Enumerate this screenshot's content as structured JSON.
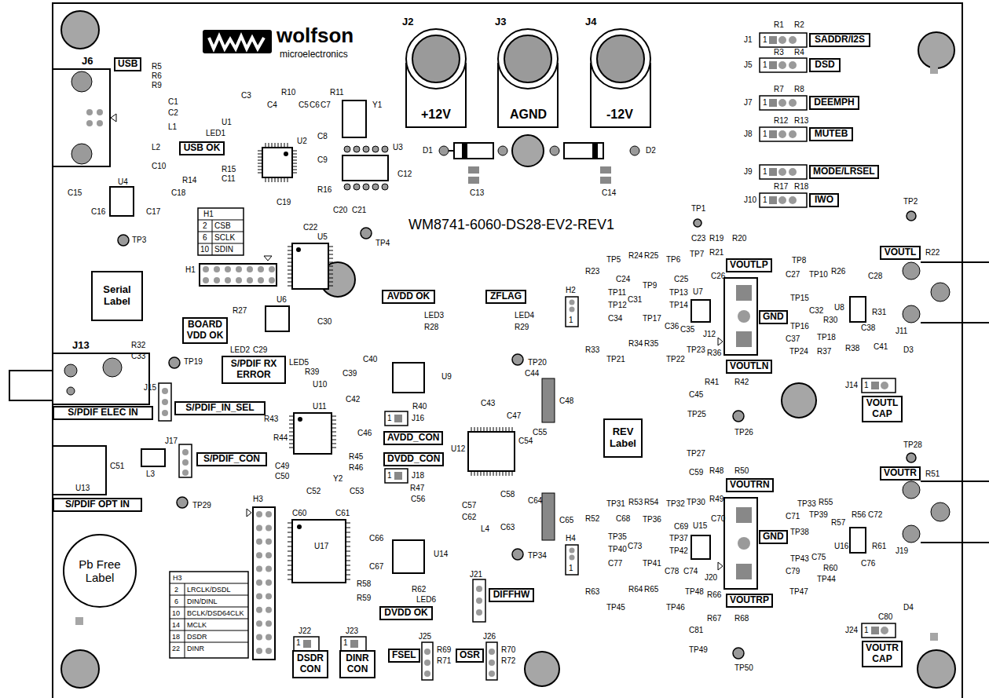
{
  "diagram": {
    "nodes": [
      {
        "text": [
          "USB"
        ]
      },
      {
        "text": [
          "USB OK"
        ]
      },
      {
        "text": [
          "SADDR/I2S"
        ]
      },
      {
        "text": [
          "DSD"
        ]
      },
      {
        "text": [
          "DEEMPH"
        ]
      },
      {
        "text": [
          "MUTEB"
        ]
      },
      {
        "text": [
          "MODE/LRSEL"
        ]
      },
      {
        "text": [
          "IWO"
        ]
      },
      {
        "text": [
          "Serial Label"
        ]
      },
      {
        "text": [
          "BOARD VDD OK"
        ]
      },
      {
        "text": [
          "S/PDIF RX ERROR"
        ]
      },
      {
        "text": [
          "AVDD OK"
        ]
      },
      {
        "text": [
          "ZFLAG"
        ]
      },
      {
        "text": [
          "VOUTLP"
        ]
      },
      {
        "text": [
          "GND"
        ]
      },
      {
        "text": [
          "VOUTLN"
        ]
      },
      {
        "text": [
          "VOUTL"
        ]
      },
      {
        "text": [
          "VOUTL CAP"
        ]
      },
      {
        "text": [
          "S/PDIF ELEC IN"
        ]
      },
      {
        "text": [
          "S/PDIF_IN_SEL"
        ]
      },
      {
        "text": [
          "AVDD_CON"
        ]
      },
      {
        "text": [
          "DVDD_CON"
        ]
      },
      {
        "text": [
          "REV Label"
        ]
      },
      {
        "text": [
          "S/PDIF_CON"
        ]
      },
      {
        "text": [
          "S/PDIF OPT IN"
        ]
      },
      {
        "text": [
          "VOUTRN"
        ]
      },
      {
        "text": [
          "GND"
        ]
      },
      {
        "text": [
          "VOUTRP"
        ]
      },
      {
        "text": [
          "VOUTR"
        ]
      },
      {
        "text": [
          "VOUTR CAP"
        ]
      },
      {
        "text": [
          "Pb Free Label"
        ]
      },
      {
        "text": [
          "DIFFHW"
        ]
      },
      {
        "text": [
          "DVDD OK"
        ]
      },
      {
        "text": [
          "DSDR CON"
        ]
      },
      {
        "text": [
          "DINR CON"
        ]
      },
      {
        "text": [
          "FSEL"
        ]
      },
      {
        "text": [
          "OSR"
        ]
      }
    ],
    "labels": [
      "wolfson",
      "microelectronics",
      "J2",
      "J3",
      "J4",
      "+12V",
      "AGND",
      "-12V",
      "D1",
      "D2",
      "C13",
      "C14",
      "J6",
      "R5",
      "R6",
      "R9",
      "C1",
      "C2",
      "L1",
      "L2",
      "C10",
      "U1",
      "C3",
      "C4",
      "R10",
      "C5",
      "C6",
      "C7",
      "R11",
      "Y1",
      "LED1",
      "U2",
      "C8",
      "C9",
      "R16",
      "U3",
      "C12",
      "R15",
      "C11",
      "C19",
      "C20",
      "C21",
      "R14",
      "C15",
      "U4",
      "C16",
      "C17",
      "C18",
      "TP3",
      "WM8741-6060-DS28-EV2-REV1",
      "H1",
      "H1",
      "2",
      "CSB",
      "6",
      "SCLK",
      "10",
      "SDIN",
      "C22",
      "U5",
      "TP4",
      "R27",
      "LED2",
      "U6",
      "C29",
      "C30",
      "LED3",
      "R28",
      "LED4",
      "R29",
      "TP19",
      "J13",
      "R32",
      "C33",
      "J15",
      "J17",
      "C51",
      "L3",
      "U13",
      "LED5",
      "R39",
      "U10",
      "C39",
      "C40",
      "U9",
      "R43",
      "C42",
      "U11",
      "R44",
      "C46",
      "R45",
      "R46",
      "C49",
      "C50",
      "Y2",
      "C52",
      "C53",
      "TP20",
      "C43",
      "C44",
      "C47",
      "C48",
      "R40",
      "J16",
      "J18",
      "R47",
      "C56",
      "C54",
      "C55",
      "U12",
      "C57",
      "C58",
      "C64",
      "C62",
      "C63",
      "L4",
      "C65",
      "TP34",
      "TP29",
      "H3",
      "H3",
      "2",
      "LRCLK/DSDL",
      "6",
      "DIN/DINL",
      "10",
      "BCLK/DSD64CLK",
      "14",
      "MCLK",
      "18",
      "DSDR",
      "22",
      "DINR",
      "C60",
      "C61",
      "U17",
      "C66",
      "C67",
      "U14",
      "R58",
      "R59",
      "R62",
      "LED6",
      "J21",
      "J22",
      "J23",
      "J25",
      "R69",
      "R71",
      "J26",
      "R70",
      "R72",
      "R1",
      "R2",
      "J1",
      "R3",
      "R4",
      "J5",
      "R7",
      "R8",
      "J7",
      "R12",
      "R13",
      "J8",
      "J9",
      "R17",
      "R18",
      "J10",
      "TP1",
      "TP2",
      "C23",
      "R19",
      "R20",
      "TP7",
      "R21",
      "R22",
      "TP5",
      "R24",
      "R25",
      "TP6",
      "R23",
      "C24",
      "TP9",
      "C25",
      "C26",
      "U7",
      "J12",
      "TP8",
      "C27",
      "TP10",
      "R26",
      "C28",
      "TP11",
      "TP12",
      "C31",
      "TP13",
      "TP14",
      "TP15",
      "C32",
      "TP16",
      "U8",
      "R31",
      "R30",
      "C38",
      "C34",
      "TP17",
      "C36",
      "C35",
      "C37",
      "TP18",
      "R33",
      "R34",
      "R35",
      "TP21",
      "TP22",
      "TP23",
      "R36",
      "TP24",
      "R37",
      "R38",
      "C41",
      "D3",
      "J14",
      "J11",
      "R41",
      "R42",
      "C45",
      "TP25",
      "TP26",
      "H2",
      "TP27",
      "C59",
      "R48",
      "R50",
      "TP30",
      "R49",
      "TP28",
      "R51",
      "TP31",
      "R53",
      "R54",
      "TP32",
      "TP33",
      "R55",
      "R52",
      "C68",
      "TP36",
      "C69",
      "C70",
      "U15",
      "J20",
      "TP35",
      "TP40",
      "C73",
      "TP37",
      "TP42",
      "TP39",
      "R57",
      "R56",
      "C71",
      "C72",
      "U16",
      "R61",
      "J19",
      "TP38",
      "TP43",
      "C75",
      "R60",
      "C76",
      "C77",
      "TP41",
      "C78",
      "C74",
      "C79",
      "TP44",
      "TP47",
      "R63",
      "TP45",
      "R64",
      "R65",
      "TP46",
      "TP48",
      "R66",
      "R67",
      "R68",
      "C80",
      "J24",
      "D4",
      "C81",
      "TP49",
      "TP50",
      "H4",
      "1",
      "1",
      "1",
      "1",
      "1",
      "1",
      "1",
      "1",
      "1",
      "1",
      "1",
      "1",
      "1",
      "1"
    ]
  }
}
